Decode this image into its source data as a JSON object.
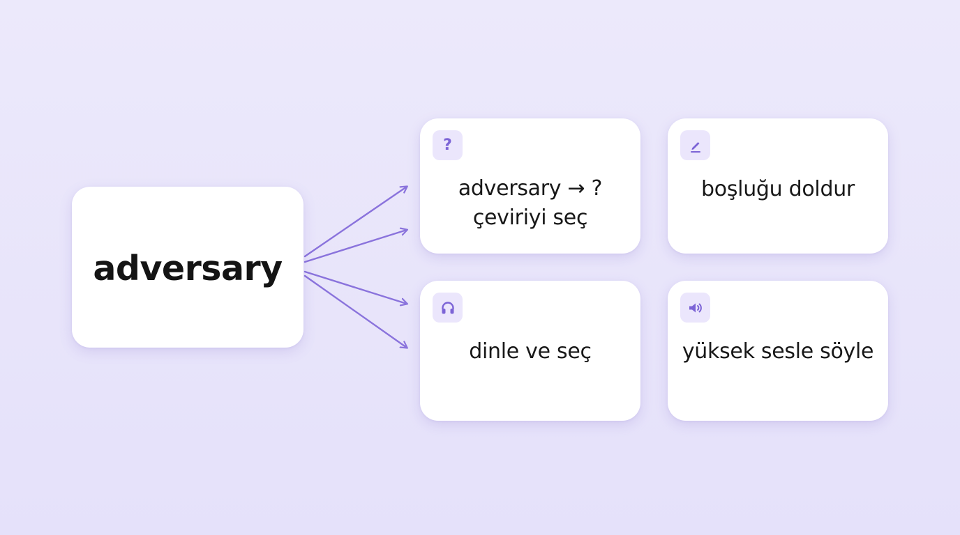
{
  "word": "adversary",
  "tasks": [
    {
      "id": "choose-translation",
      "icon": "question-icon",
      "icon_glyph": "?",
      "line1": "adversary → ?",
      "line2": "çeviriyi seç"
    },
    {
      "id": "fill-blank",
      "icon": "pencil-icon",
      "line1": "boşluğu doldur"
    },
    {
      "id": "listen-choose",
      "icon": "headphones-icon",
      "line1": "dinle ve seç"
    },
    {
      "id": "speak-aloud",
      "icon": "speaker-icon",
      "line1": "yüksek sesle söyle"
    }
  ],
  "colors": {
    "accent": "#7c64d6",
    "arrow": "#8a73dc",
    "badge_bg": "#ebe6fc",
    "background": "#e9e6fb",
    "card": "#ffffff",
    "text": "#181818"
  }
}
